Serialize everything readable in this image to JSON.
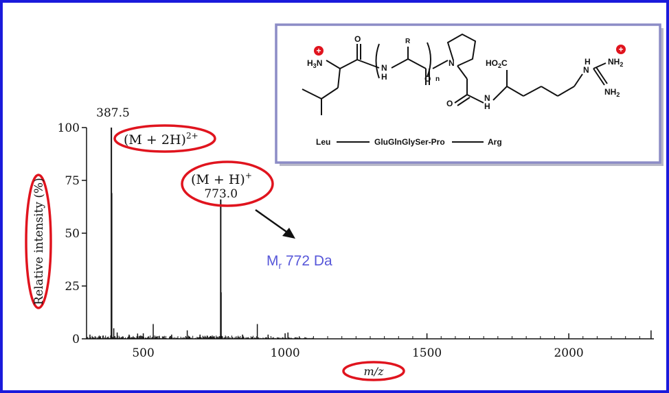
{
  "chart_data": {
    "type": "bar",
    "title": "",
    "xlabel": "m/z",
    "ylabel": "Relative intensity (%)",
    "xlim": [
      300,
      2300
    ],
    "ylim": [
      0,
      100
    ],
    "x_ticks": [
      500,
      1000,
      1500,
      2000
    ],
    "y_ticks": [
      0,
      25,
      50,
      75,
      100
    ],
    "x_tick_labels": [
      "500",
      "1000",
      "1500",
      "2000"
    ],
    "y_tick_labels": [
      "0",
      "25",
      "50",
      "75",
      "100"
    ],
    "peaks": [
      {
        "mz": 387.5,
        "intensity": 100
      },
      {
        "mz": 388.5,
        "intensity": 69
      },
      {
        "mz": 773.0,
        "intensity": 66
      },
      {
        "mz": 774.0,
        "intensity": 22
      },
      {
        "mz": 535,
        "intensity": 7
      },
      {
        "mz": 655,
        "intensity": 4
      },
      {
        "mz": 902,
        "intensity": 7
      },
      {
        "mz": 396,
        "intensity": 5
      },
      {
        "mz": 408,
        "intensity": 3
      },
      {
        "mz": 312,
        "intensity": 2
      },
      {
        "mz": 345,
        "intensity": 1.5
      },
      {
        "mz": 450,
        "intensity": 2
      },
      {
        "mz": 480,
        "intensity": 2.5
      },
      {
        "mz": 600,
        "intensity": 2
      },
      {
        "mz": 700,
        "intensity": 2
      },
      {
        "mz": 850,
        "intensity": 2
      },
      {
        "mz": 940,
        "intensity": 2
      },
      {
        "mz": 1010,
        "intensity": 3
      },
      {
        "mz": 2290,
        "intensity": 4
      }
    ],
    "peak_labels": [
      {
        "mz": 387.5,
        "text": "387.5"
      },
      {
        "mz": 773.0,
        "text": "773.0"
      }
    ],
    "annotations": {
      "dication": "(M + 2H)",
      "dication_charge": "2+",
      "monocation": "(M + H)",
      "monocation_charge": "+",
      "mass_prefix": "M",
      "mass_subscript": "r",
      "mass_value": " 772 Da"
    }
  },
  "structure": {
    "sequence_left": "Leu",
    "sequence_middle": "GluGlnGlySer-Pro",
    "sequence_right": "Arg",
    "atoms": {
      "h3n": "H",
      "h3n_sub": "3",
      "h3n_n": "N",
      "o1": "O",
      "r": "R",
      "nh1": "N",
      "nh1_h": "H",
      "o2": "O",
      "n_sub": "n",
      "n_ring": "N",
      "ho2c": "HO",
      "ho2c_sub": "2",
      "ho2c_c": "C",
      "o3": "O",
      "nh2_amide": "N",
      "nh2_amide_h": "H",
      "guan_h": "H",
      "guan_n": "N",
      "nh2_top": "NH",
      "nh2_top_sub": "2",
      "nh2_bottom": "NH",
      "nh2_bottom_sub": "2"
    },
    "plus_sign": "+"
  },
  "colors": {
    "frame": "#1a1adb",
    "highlight": "#e0141e",
    "mass_text": "#5757d9",
    "inset_border": "#8c8cc6",
    "ink": "#111111"
  }
}
